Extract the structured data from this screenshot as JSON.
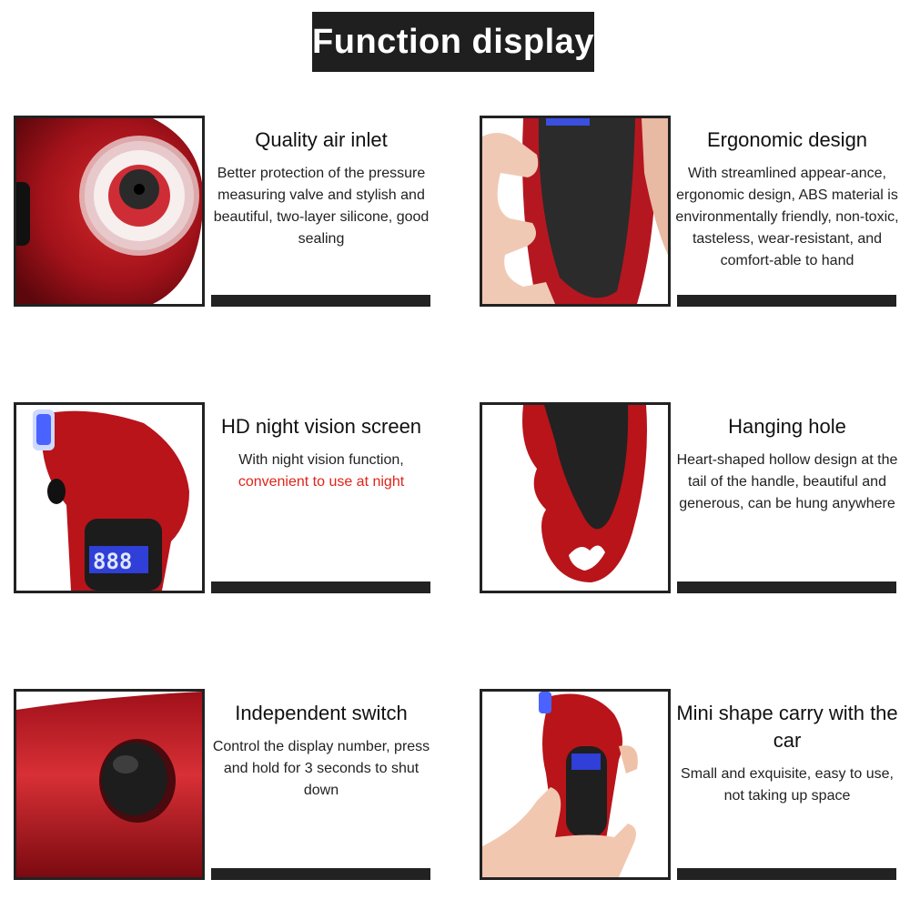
{
  "page_title": "Function display",
  "features": [
    {
      "heading": "Quality air inlet",
      "description": "Better protection of the pressure measuring valve and stylish and beautiful, two-layer silicone, good sealing",
      "icon": "air-inlet-image"
    },
    {
      "heading": "Ergonomic design",
      "description": "With streamlined appear-ance, ergonomic design, ABS material is environmentally friendly, non-toxic, tasteless, wear-resistant, and comfort-able to hand",
      "icon": "hand-held-gauge-image"
    },
    {
      "heading": "HD night vision screen",
      "description": "With night vision function,",
      "highlight": "convenient to use at night",
      "icon": "lcd-screen-image"
    },
    {
      "heading": "Hanging hole",
      "description": "Heart-shaped hollow design at the tail of the handle, beautiful and generous, can be hung anywhere",
      "icon": "hanging-hole-image"
    },
    {
      "heading": "Independent switch",
      "description": "Control the display number, press and hold for 3 seconds to shut down",
      "icon": "power-button-image"
    },
    {
      "heading": "Mini shape carry with the car",
      "description": "Small and exquisite, easy to use, not taking up space",
      "icon": "hand-holding-gauge-image"
    }
  ],
  "screen_reading": "888",
  "colors": {
    "accent_red": "#e0241b",
    "product_red": "#b8141a",
    "dark": "#1f1f1f",
    "lcd_blue": "#2f3fd8"
  }
}
